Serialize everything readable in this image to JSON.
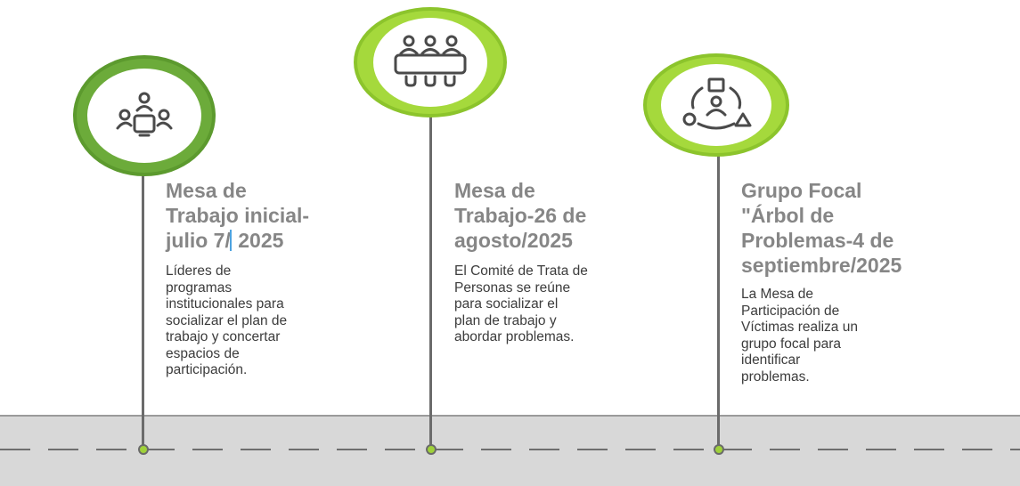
{
  "milestones": [
    {
      "title_lines": [
        "Mesa de",
        "Trabajo inicial-",
        "julio 7/",
        "2025"
      ],
      "description_lines": [
        "Líderes de",
        "programas",
        "institucionales para",
        "socializar el plan de",
        "trabajo y concertar",
        "espacios de",
        "participación."
      ],
      "icon": "meeting-table-icon"
    },
    {
      "title_lines": [
        "Mesa de",
        "Trabajo-26 de",
        "agosto/2025"
      ],
      "description_lines": [
        "El Comité de Trata de",
        "Personas se reúne",
        "para socializar el",
        "plan de trabajo y",
        "abordar problemas."
      ],
      "icon": "committee-group-icon"
    },
    {
      "title_lines": [
        "Grupo Focal",
        "\"Árbol de",
        "Problemas-4 de",
        "septiembre/2025"
      ],
      "description_lines": [
        "La Mesa de",
        "Participación de",
        "Víctimas realiza un",
        "grupo focal para",
        "identificar",
        "problemas."
      ],
      "icon": "focus-group-shapes-icon"
    }
  ],
  "colors": {
    "dark_green": "#6cab3a",
    "light_green": "#a5d93c",
    "title_gray": "#868686",
    "text_dark": "#3c3c3c",
    "road": "#d8d8d8"
  }
}
